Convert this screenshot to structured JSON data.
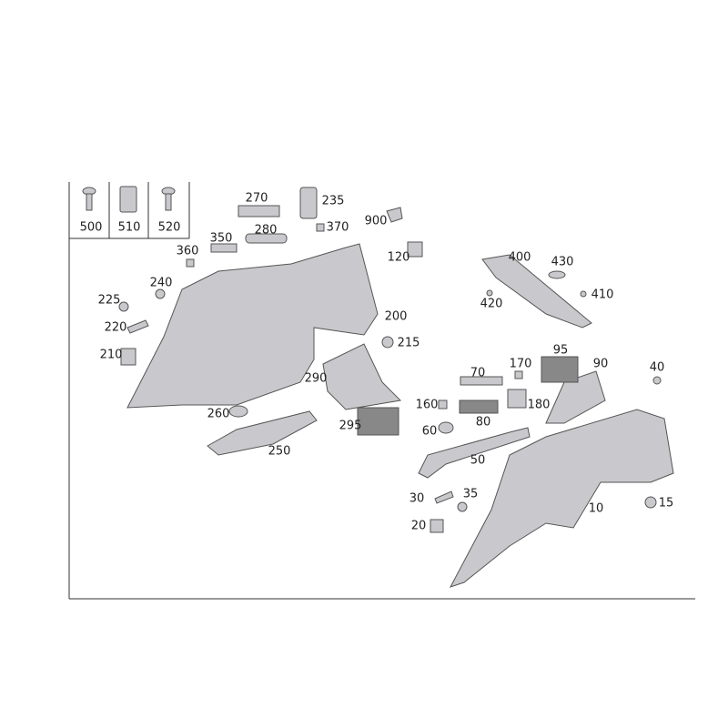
{
  "title": "Luggage compartment side trim parts diagram",
  "fastener_box": [
    {
      "id": "500",
      "icon": "screw-icon"
    },
    {
      "id": "510",
      "icon": "clip-icon"
    },
    {
      "id": "520",
      "icon": "screw-icon"
    }
  ],
  "callouts": [
    "270",
    "235",
    "900",
    "370",
    "280",
    "350",
    "360",
    "120",
    "400",
    "430",
    "240",
    "410",
    "225",
    "420",
    "200",
    "220",
    "215",
    "95",
    "210",
    "90",
    "170",
    "40",
    "70",
    "290",
    "160",
    "180",
    "260",
    "80",
    "295",
    "60",
    "250",
    "50",
    "30",
    "35",
    "10",
    "15",
    "20"
  ],
  "colors": {
    "part_fill": "#c8c8cc",
    "part_stroke": "#555555",
    "line": "#333333"
  }
}
